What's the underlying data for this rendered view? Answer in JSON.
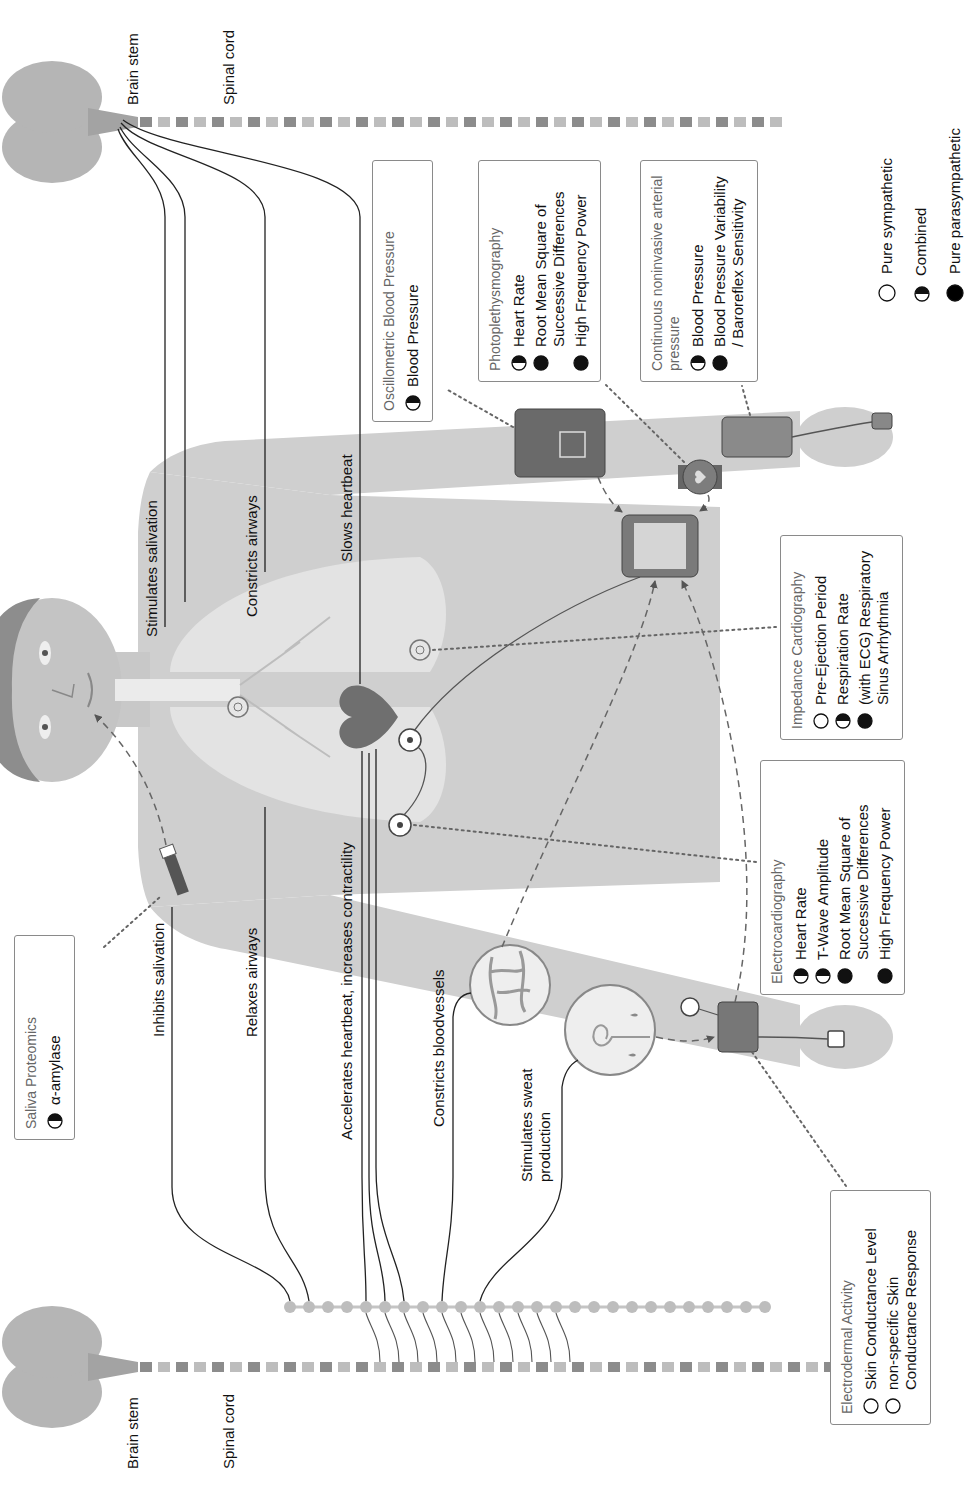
{
  "diagram": {
    "nodes": [
      {
        "text": [
          "Saliva Proteomics",
          "α-amylase"
        ]
      },
      {
        "text": [
          "Oscillometric Blood Pressure",
          "Blood Pressure"
        ]
      },
      {
        "text": [
          "Photoplethysmography",
          "Heart Rate",
          "Root Mean Square of Successive Differences",
          "High Frequency Power"
        ]
      },
      {
        "text": [
          "Continuous noninvasive arterial pressure",
          "Blood Pressure",
          "Blood Pressure Variability / Baroreflex Sensitivity"
        ]
      },
      {
        "text": [
          "Impedance Cardiography",
          "Pre-Ejection Period",
          "Respiration Rate",
          "(with ECG) Respiratory Sinus Arrhythmia"
        ]
      },
      {
        "text": [
          "Electrocardiography",
          "Heart Rate",
          "T-Wave Amplitude",
          "Root Mean Square of Successive Differences",
          "High Frequency Power"
        ]
      },
      {
        "text": [
          "Electrodermal Activity",
          "Skin Conductance Level",
          "non-specific Skin Conductance Response"
        ]
      }
    ],
    "labels": [
      "Brain stem",
      "Spinal cord",
      "Brain stem",
      "Spinal cord",
      "Inhibits salivation",
      "Relaxes airways",
      "Accelerates heartbeat, increases contractility",
      "Constricts bloodvessels",
      "Stimulates sweat production",
      "Stimulates salivation",
      "Constricts airways",
      "Slows heartbeat"
    ],
    "legend": [
      {
        "text": "Pure sympathetic",
        "color": "#ffffff"
      },
      {
        "text": "Combined"
      },
      {
        "text": "Pure parasympathetic",
        "color": "#000000"
      }
    ]
  }
}
